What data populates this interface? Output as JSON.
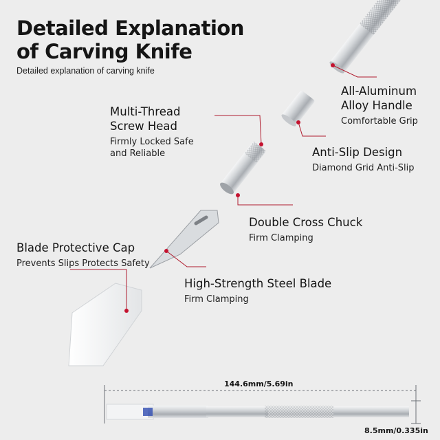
{
  "header": {
    "title": "Detailed Explanation of Carving Knife",
    "subtitle": "Detailed explanation of carving knife"
  },
  "callouts": [
    {
      "title": "All-Aluminum Alloy Handle",
      "desc": "Comfortable Grip"
    },
    {
      "title": "Multi-Thread Screw Head",
      "desc": "Firmly Locked Safe and Reliable"
    },
    {
      "title": "Anti-Slip Design",
      "desc": "Diamond Grid Anti-Slip"
    },
    {
      "title": "Double Cross Chuck",
      "desc": "Firm Clamping"
    },
    {
      "title": "Blade Protective Cap",
      "desc": "Prevents Slips Protects Safety"
    },
    {
      "title": "High-Strength Steel Blade",
      "desc": "Firm Clamping"
    }
  ],
  "dimensions": {
    "length": "144.6mm/5.69in",
    "diameter": "8.5mm/0.335in"
  },
  "colors": {
    "accent": "#c4122f",
    "leader": "#b01c2e",
    "metal": "#c9ccd0",
    "background": "#ededed"
  }
}
